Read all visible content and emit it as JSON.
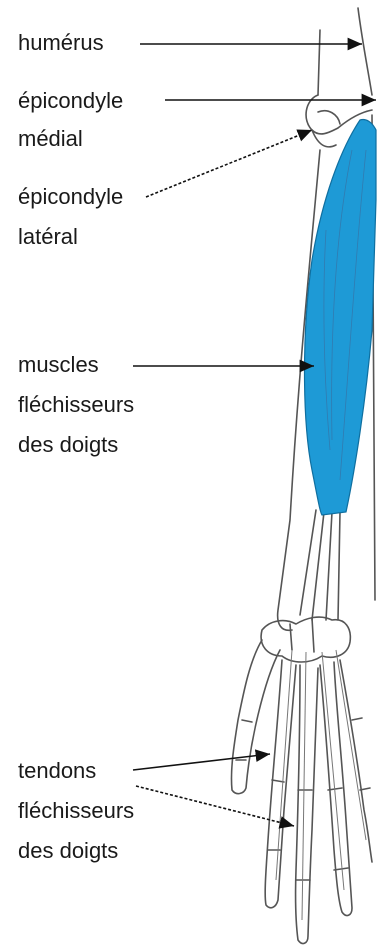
{
  "labels": {
    "humerus": "humérus",
    "medial_line1": "épicondyle",
    "medial_line2": "médial",
    "lateral_line1": "épicondyle",
    "lateral_line2": "latéral",
    "muscles_line1": "muscles",
    "muscles_line2": "fléchisseurs",
    "muscles_line3": "des doigts",
    "tendons_line1": "tendons",
    "tendons_line2": "fléchisseurs",
    "tendons_line3": "des doigts"
  },
  "colors": {
    "muscle": "#1e9ad6",
    "bone_outline": "#555555",
    "arrow": "#111111"
  }
}
